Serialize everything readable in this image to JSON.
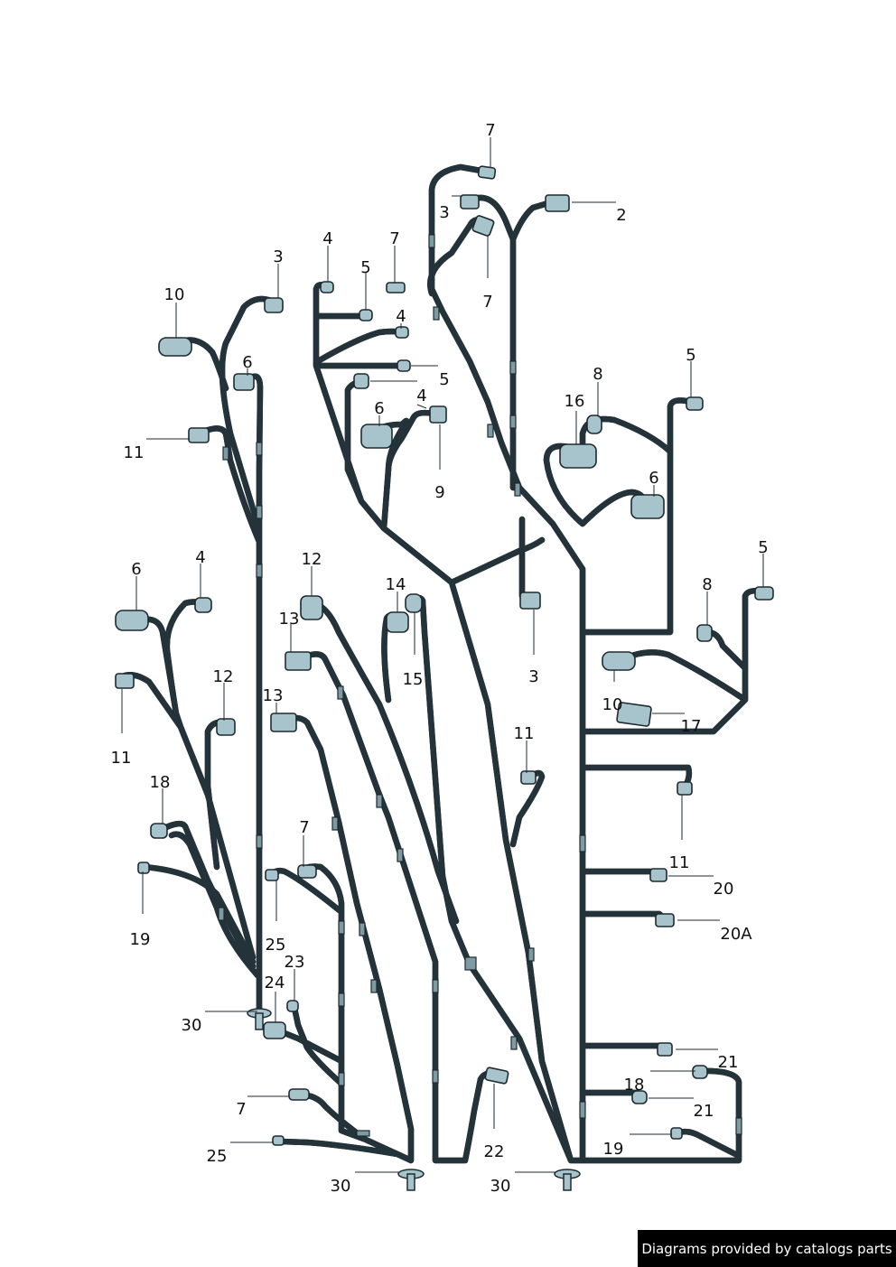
{
  "labels": {
    "l7a": "7",
    "l3a": "3",
    "l2": "2",
    "l4a": "4",
    "l7b": "7",
    "l5a": "5",
    "l4b": "4",
    "l7c": "7",
    "l5b": "5",
    "l4c": "4",
    "l6a": "6",
    "l9": "9",
    "l3b": "3",
    "l10a": "10",
    "l6b": "6",
    "l11a": "11",
    "l16": "16",
    "l8a": "8",
    "l5c": "5",
    "l6c": "6",
    "l5d": "5",
    "l8b": "8",
    "l6d": "6",
    "l4d": "4",
    "l12a": "12",
    "l11b": "11",
    "l12b": "12",
    "l14": "14",
    "l13a": "13",
    "l15": "15",
    "l3c": "3",
    "l10b": "10",
    "l17": "17",
    "l13b": "13",
    "l11c": "11",
    "l18a": "18",
    "l19a": "19",
    "l7d": "7",
    "l25a": "25",
    "l11d": "11",
    "l20": "20",
    "l20a": "20A",
    "l23": "23",
    "l24": "24",
    "l30a": "30",
    "l21a": "21",
    "l18b": "18",
    "l21b": "21",
    "l7e": "7",
    "l25b": "25",
    "l22": "22",
    "l19b": "19",
    "l30b": "30",
    "l30c": "30"
  },
  "footer": {
    "text": "Diagrams provided by catalogs parts"
  }
}
